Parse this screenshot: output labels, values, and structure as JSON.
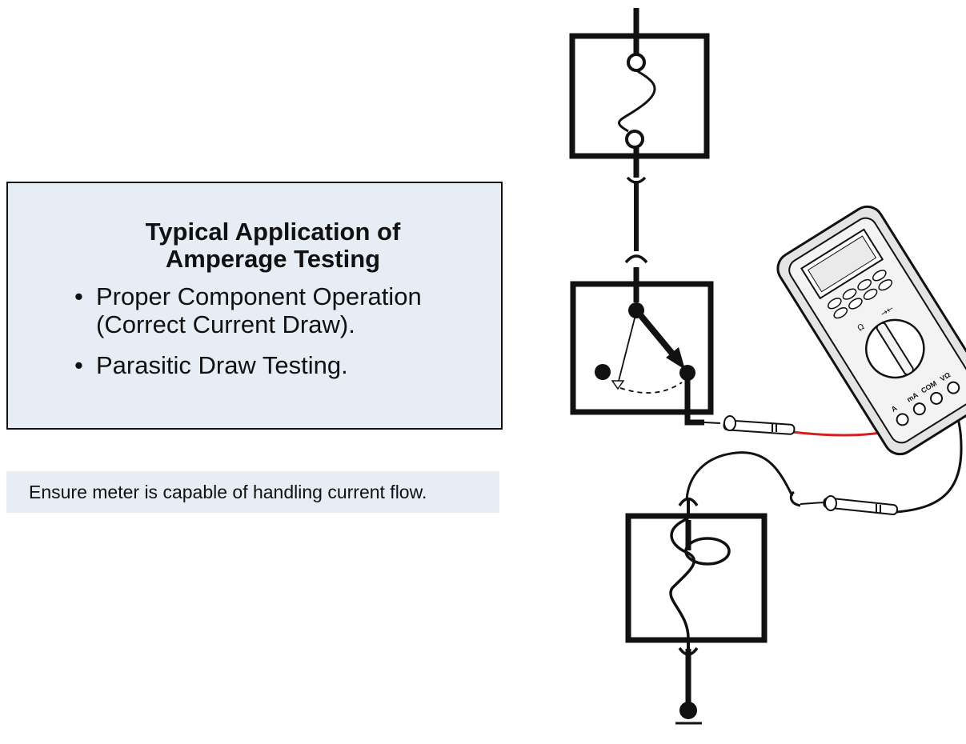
{
  "info_box": {
    "title_lines": [
      "Typical Application of",
      "Amperage Testing"
    ],
    "bullets": [
      {
        "lines": [
          "Proper Component Operation",
          "(Correct Current Draw)."
        ]
      },
      {
        "lines": [
          "Parasitic Draw Testing."
        ]
      }
    ]
  },
  "note": {
    "text": "Ensure meter is capable of handling current flow."
  },
  "meter": {
    "jack_labels": [
      "A",
      "mA",
      "COM",
      "VΩ"
    ],
    "dial_labels": [
      "Ω",
      "→←"
    ]
  },
  "colors": {
    "box_fill": "#e6edf5",
    "red_lead": "#d32020",
    "black_lead": "#111111",
    "meter_body": "#e4e4e4"
  },
  "icons": [
    "fuse-icon",
    "switch-icon",
    "lamp-icon",
    "ground-icon",
    "multimeter-icon"
  ]
}
